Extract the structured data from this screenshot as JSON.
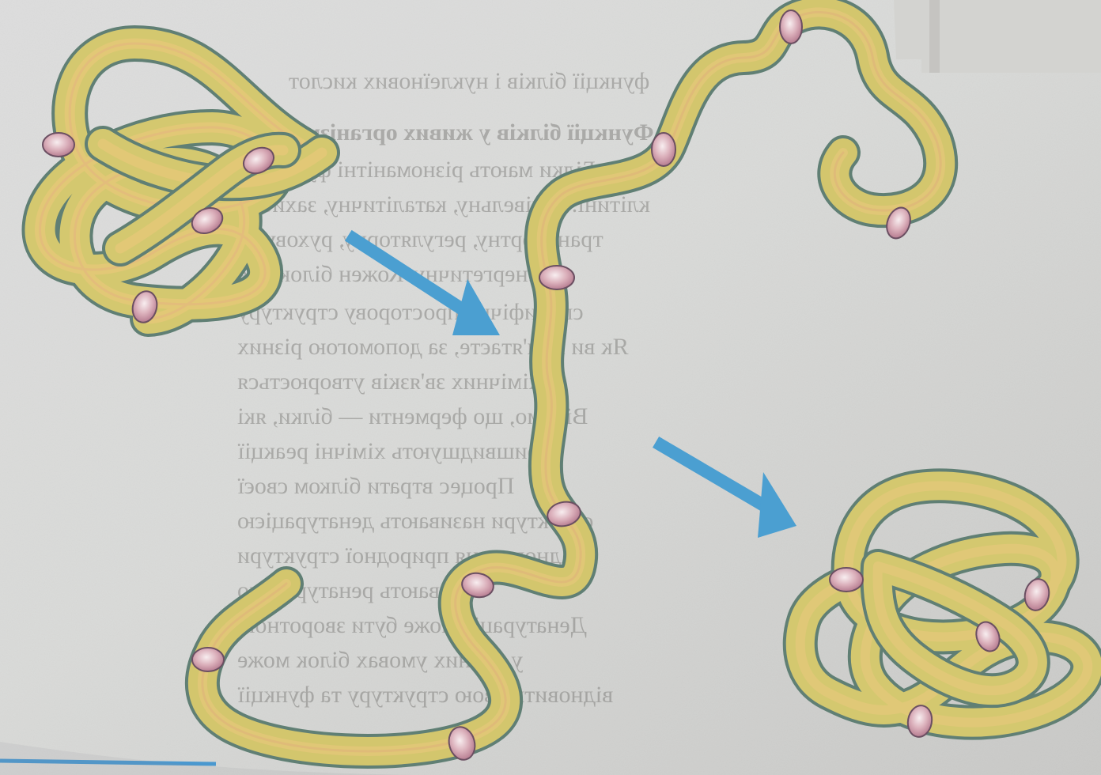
{
  "image": {
    "description_hidden": true
  },
  "bleedthrough_text": [
    "функції білків і нуклеїнових кислот",
    "Функції білків у живих організмах",
    "Білки мають різноманітні функції в",
    "клітині: будівельну, каталітичну, захисну",
    "транспортну, регуляторну, рухову та",
    "енергетичну. Кожен білок має",
    "специфічну просторову структуру",
    "Як ви пам'ятаєте, за допомогою різних",
    "хімічних зв'язків утворюється",
    "Відомо, що ферменти — білки, які",
    "пришвидшують хімічні реакції",
    "Процес втрати білком своєї",
    "структури називають денатурацією",
    "Відновлення природної структури",
    "називають ренатурацією",
    "Денатурація може бути зворотною",
    "у певних умовах білок може",
    "відновити свою структуру та функції"
  ],
  "colors": {
    "paper": "#d9dad9",
    "chain_fill": "#d3c56d",
    "chain_core": "#e1c979",
    "chain_edge": "#6f8e83",
    "bond": "#d8a7b4",
    "arrow": "#4b9fd1",
    "rule": "#4a98cf"
  }
}
